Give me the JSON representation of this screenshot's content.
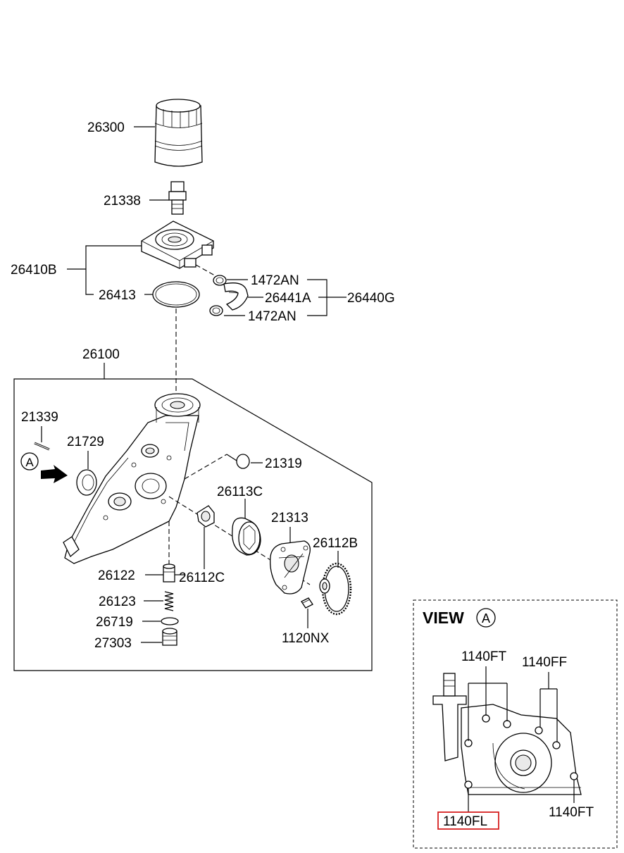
{
  "labels": {
    "p26300": "26300",
    "p21338": "21338",
    "p26410B": "26410B",
    "p26413": "26413",
    "p1472AN_top": "1472AN",
    "p26441A": "26441A",
    "p26440G": "26440G",
    "p1472AN_bottom": "1472AN",
    "p26100": "26100",
    "p21339": "21339",
    "p21729": "21729",
    "p21319": "21319",
    "p26113C": "26113C",
    "p21313": "21313",
    "p26112B": "26112B",
    "p26122": "26122",
    "p26112C": "26112C",
    "p26123": "26123",
    "p26719": "26719",
    "p27303": "27303",
    "p1120NX": "1120NX"
  },
  "view_marker": "A",
  "inset": {
    "title": "VIEW",
    "marker": "A",
    "labels": {
      "p1140FT_top": "1140FT",
      "p1140FF": "1140FF",
      "p1140FL": "1140FL",
      "p1140FT_bottom": "1140FT"
    }
  },
  "colors": {
    "line": "#000000",
    "background": "#ffffff",
    "highlight_box": "#d62020"
  }
}
